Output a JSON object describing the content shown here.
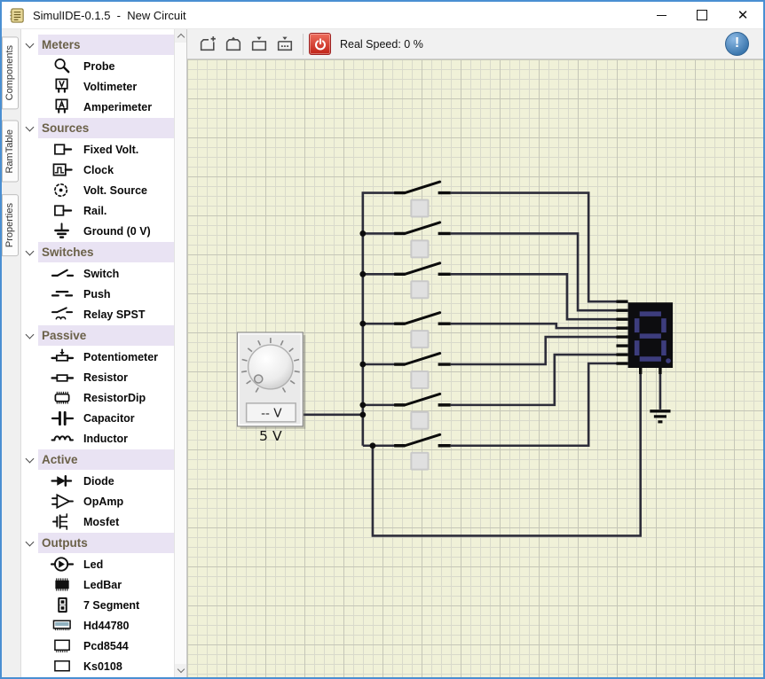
{
  "window": {
    "title": "SimulIDE-0.1.5  -  New Circuit",
    "controls": [
      "minimize",
      "maximize",
      "close"
    ]
  },
  "tabs": [
    {
      "label": "Components",
      "active": true
    },
    {
      "label": "RamTable",
      "active": false
    },
    {
      "label": "Properties",
      "active": false
    }
  ],
  "sidebar": {
    "categories": [
      {
        "label": "Meters",
        "items": [
          {
            "label": "Probe",
            "icon": "probe"
          },
          {
            "label": "Voltimeter",
            "icon": "voltimeter"
          },
          {
            "label": "Amperimeter",
            "icon": "amperimeter"
          }
        ]
      },
      {
        "label": "Sources",
        "items": [
          {
            "label": "Fixed Volt.",
            "icon": "fixed-volt"
          },
          {
            "label": "Clock",
            "icon": "clock"
          },
          {
            "label": "Volt. Source",
            "icon": "volt-source"
          },
          {
            "label": "Rail.",
            "icon": "rail"
          },
          {
            "label": "Ground (0 V)",
            "icon": "ground"
          }
        ]
      },
      {
        "label": "Switches",
        "items": [
          {
            "label": "Switch",
            "icon": "switch"
          },
          {
            "label": "Push",
            "icon": "push"
          },
          {
            "label": "Relay SPST",
            "icon": "relay-spst"
          }
        ]
      },
      {
        "label": "Passive",
        "items": [
          {
            "label": "Potentiometer",
            "icon": "potentiometer"
          },
          {
            "label": "Resistor",
            "icon": "resistor"
          },
          {
            "label": "ResistorDip",
            "icon": "resistor-dip"
          },
          {
            "label": "Capacitor",
            "icon": "capacitor"
          },
          {
            "label": "Inductor",
            "icon": "inductor"
          }
        ]
      },
      {
        "label": "Active",
        "items": [
          {
            "label": "Diode",
            "icon": "diode"
          },
          {
            "label": "OpAmp",
            "icon": "opamp"
          },
          {
            "label": "Mosfet",
            "icon": "mosfet"
          }
        ]
      },
      {
        "label": "Outputs",
        "items": [
          {
            "label": "Led",
            "icon": "led"
          },
          {
            "label": "LedBar",
            "icon": "ledbar"
          },
          {
            "label": "7 Segment",
            "icon": "seven-segment"
          },
          {
            "label": "Hd44780",
            "icon": "hd44780"
          },
          {
            "label": "Pcd8544",
            "icon": "pcd8544"
          },
          {
            "label": "Ks0108",
            "icon": "ks0108"
          }
        ]
      }
    ]
  },
  "toolbar": {
    "buttons": [
      {
        "name": "new-circuit",
        "icon": "new-circuit-icon"
      },
      {
        "name": "open-circuit",
        "icon": "open-circuit-icon"
      },
      {
        "name": "save-circuit",
        "icon": "save-circuit-icon"
      },
      {
        "name": "save-as-circuit",
        "icon": "save-as-circuit-icon"
      },
      {
        "name": "power",
        "icon": "power-icon"
      },
      {
        "name": "info",
        "icon": "info-icon"
      }
    ],
    "real_speed_label": "Real Speed: 0 %"
  },
  "canvas": {
    "source": {
      "display_value": "-- V",
      "label": "5 V"
    },
    "switches": {
      "count": 7,
      "state": "open"
    },
    "display": {
      "type": "7-segment",
      "segments_lit": 0,
      "grounded": true
    }
  },
  "colors": {
    "window_border": "#4a8fd2",
    "category_header_bg": "#e9e3f3",
    "category_header_text": "#6b6149",
    "canvas_bg": "#f0f1d8",
    "wire": "#2d2d3a",
    "segment_off": "#3d3d7d",
    "power_button_red": "#c02318",
    "info_blue": "#3a76ad"
  }
}
